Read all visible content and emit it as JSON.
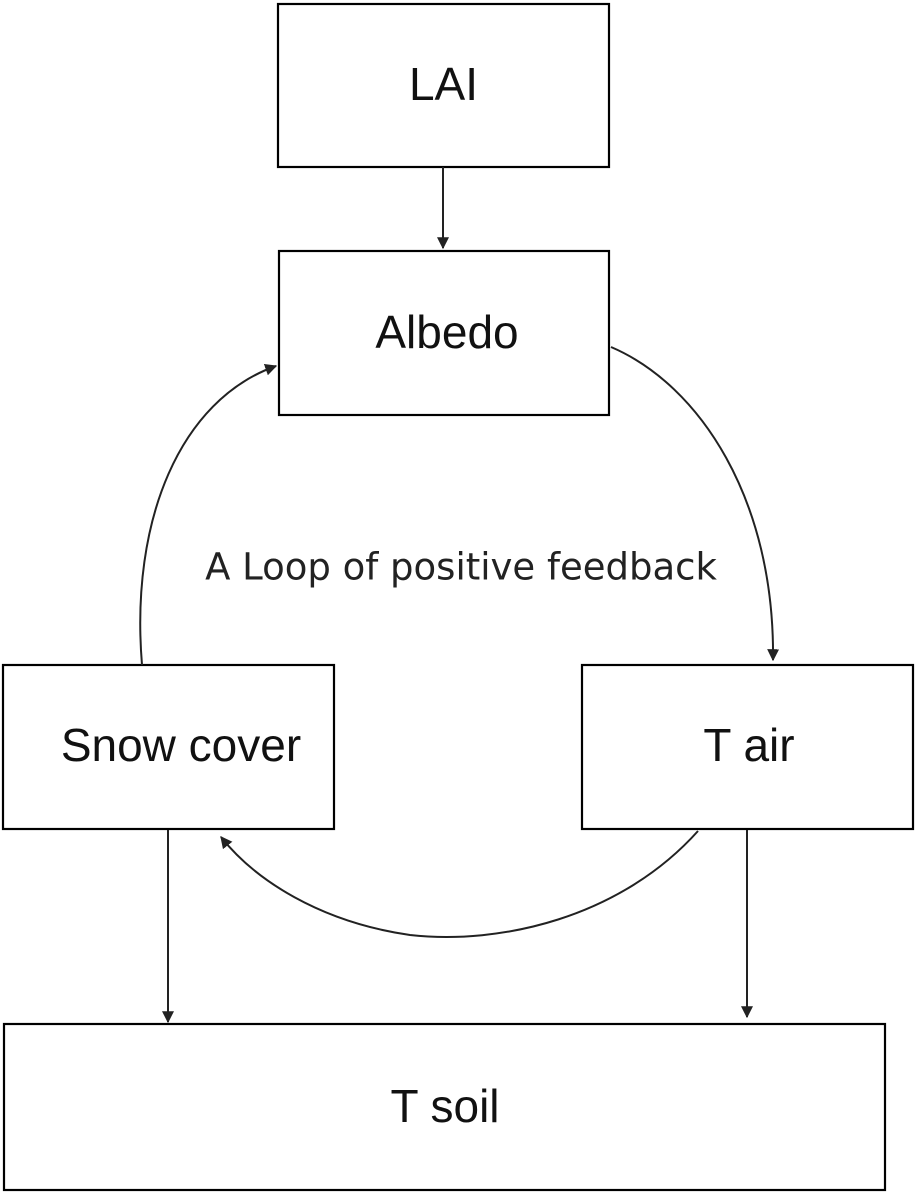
{
  "diagram": {
    "nodes": {
      "lai": {
        "label": "LAI"
      },
      "albedo": {
        "label": "Albedo"
      },
      "snow_cover": {
        "label": "Snow cover"
      },
      "t_air": {
        "label": "T air"
      },
      "t_soil": {
        "label": "T soil"
      }
    },
    "loop_label": "A Loop of positive feedback",
    "colors": {
      "stroke": "#000000",
      "text": "#111111",
      "background": "#ffffff"
    }
  }
}
